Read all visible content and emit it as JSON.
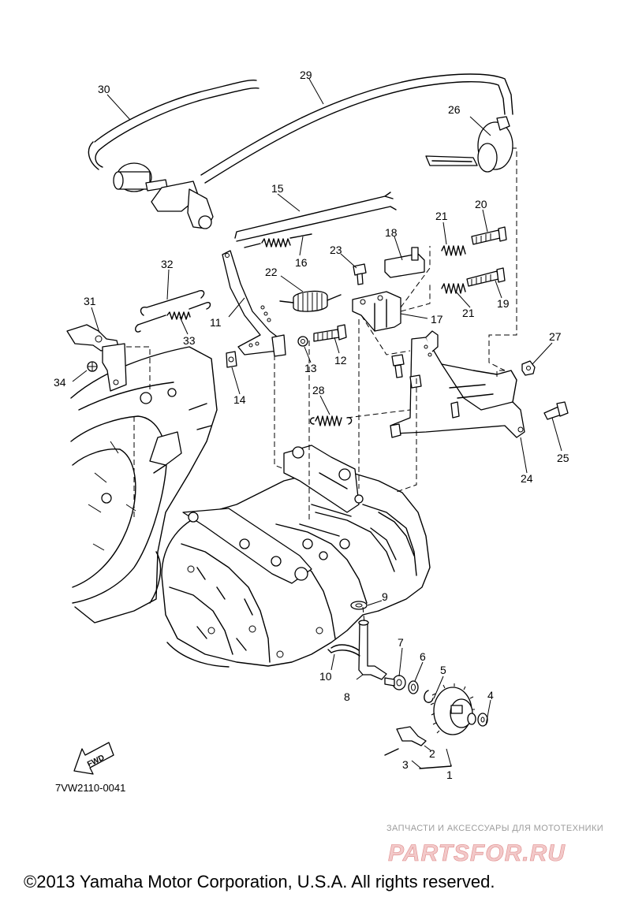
{
  "callouts": [
    {
      "id": "c1",
      "label": "1"
    },
    {
      "id": "c2",
      "label": "2"
    },
    {
      "id": "c3",
      "label": "3"
    },
    {
      "id": "c4",
      "label": "4"
    },
    {
      "id": "c5",
      "label": "5"
    },
    {
      "id": "c6",
      "label": "6"
    },
    {
      "id": "c7",
      "label": "7"
    },
    {
      "id": "c8",
      "label": "8"
    },
    {
      "id": "c9",
      "label": "9"
    },
    {
      "id": "c10",
      "label": "10"
    },
    {
      "id": "c11",
      "label": "11"
    },
    {
      "id": "c12",
      "label": "12"
    },
    {
      "id": "c13",
      "label": "13"
    },
    {
      "id": "c14",
      "label": "14"
    },
    {
      "id": "c15",
      "label": "15"
    },
    {
      "id": "c16",
      "label": "16"
    },
    {
      "id": "c17",
      "label": "17"
    },
    {
      "id": "c18",
      "label": "18"
    },
    {
      "id": "c19",
      "label": "19"
    },
    {
      "id": "c20",
      "label": "20"
    },
    {
      "id": "c21a",
      "label": "21"
    },
    {
      "id": "c21b",
      "label": "21"
    },
    {
      "id": "c22",
      "label": "22"
    },
    {
      "id": "c23",
      "label": "23"
    },
    {
      "id": "c24",
      "label": "24"
    },
    {
      "id": "c25",
      "label": "25"
    },
    {
      "id": "c26",
      "label": "26"
    },
    {
      "id": "c27",
      "label": "27"
    },
    {
      "id": "c28",
      "label": "28"
    },
    {
      "id": "c29",
      "label": "29"
    },
    {
      "id": "c30",
      "label": "30"
    },
    {
      "id": "c31",
      "label": "31"
    },
    {
      "id": "c32",
      "label": "32"
    },
    {
      "id": "c33",
      "label": "33"
    },
    {
      "id": "c34",
      "label": "34"
    }
  ],
  "fwd_label": "FWD",
  "diagram_code": "7VW2110-0041",
  "watermark": {
    "tagline": "ЗАПЧАСТИ И АКСЕССУАРЫ ДЛЯ МОТОТЕХНИКИ",
    "brand": "PARTSFOR.RU"
  },
  "copyright": "©2013 Yamaha Motor Corporation, U.S.A. All rights reserved."
}
